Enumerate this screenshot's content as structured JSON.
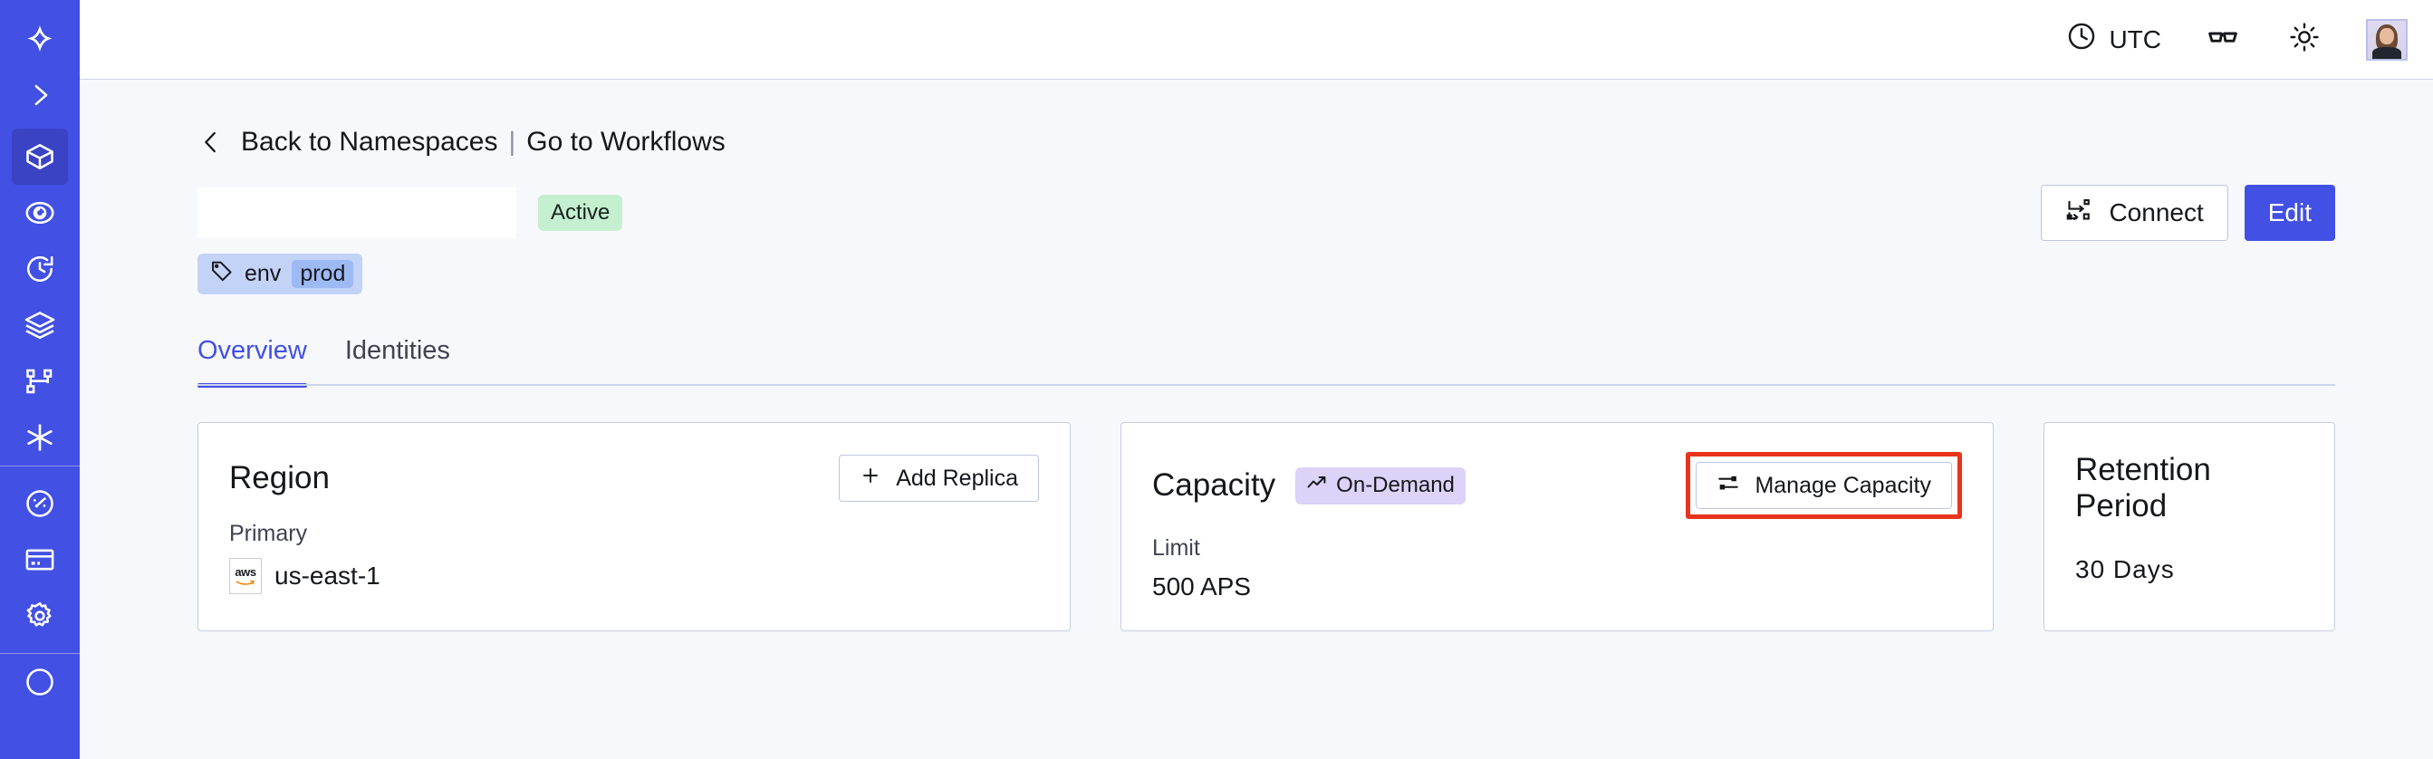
{
  "sidebar": {
    "items": [
      {
        "name": "logo",
        "icon": "temporal-logo-icon",
        "active": false
      },
      {
        "name": "expand",
        "icon": "chevron-right-icon",
        "active": false
      },
      {
        "name": "namespaces",
        "icon": "cube-icon",
        "active": true
      },
      {
        "name": "observability",
        "icon": "eye-spiral-icon",
        "active": false
      },
      {
        "name": "schedules",
        "icon": "clock-history-icon",
        "active": false
      },
      {
        "name": "nexus",
        "icon": "layers-icon",
        "active": false
      },
      {
        "name": "workflows",
        "icon": "git-branch-icon",
        "active": false
      },
      {
        "name": "integrations",
        "icon": "asterisk-icon",
        "active": false
      },
      {
        "name": "usage",
        "icon": "gauge-icon",
        "active": false
      },
      {
        "name": "billing",
        "icon": "credit-card-icon",
        "active": false
      },
      {
        "name": "settings",
        "icon": "gear-icon",
        "active": false
      }
    ]
  },
  "topbar": {
    "timezone_label": "UTC",
    "timezone_icon": "clock-icon",
    "glasses_icon": "glasses-icon",
    "theme_icon": "sun-icon",
    "avatar_icon": "user-avatar"
  },
  "breadcrumb": {
    "back_icon": "chevron-left-icon",
    "back_label": "Back to Namespaces",
    "separator": "|",
    "forward_label": "Go to Workflows"
  },
  "header": {
    "title": "",
    "status_badge": "Active",
    "tag": {
      "icon": "tag-icon",
      "key": "env",
      "value": "prod"
    },
    "connect_label": "Connect",
    "connect_icon": "connect-nodes-icon",
    "edit_label": "Edit"
  },
  "tabs": [
    {
      "label": "Overview",
      "active": true
    },
    {
      "label": "Identities",
      "active": false
    }
  ],
  "cards": {
    "region": {
      "title": "Region",
      "action_label": "Add Replica",
      "action_icon": "plus-icon",
      "sub_label": "Primary",
      "provider_icon": "aws-logo-icon",
      "provider_name": "aws",
      "value": "us-east-1"
    },
    "capacity": {
      "title": "Capacity",
      "badge_label": "On-Demand",
      "badge_icon": "trending-up-icon",
      "action_label": "Manage Capacity",
      "action_icon": "sliders-icon",
      "action_highlighted": true,
      "sub_label": "Limit",
      "value": "500 APS"
    },
    "retention": {
      "title": "Retention Period",
      "value": "30  Days"
    }
  },
  "colors": {
    "brand": "#4250e4",
    "sidebar": "#4250e4",
    "page_bg": "#f7f8fb",
    "badge_active_bg": "#c5f0d0",
    "badge_ondemand_bg": "#ddd2f7",
    "tag_bg": "#c3d2f7",
    "tag_value_bg": "#9dbaf5",
    "highlight_outline": "#e8341c",
    "card_border": "#c3cde3"
  }
}
